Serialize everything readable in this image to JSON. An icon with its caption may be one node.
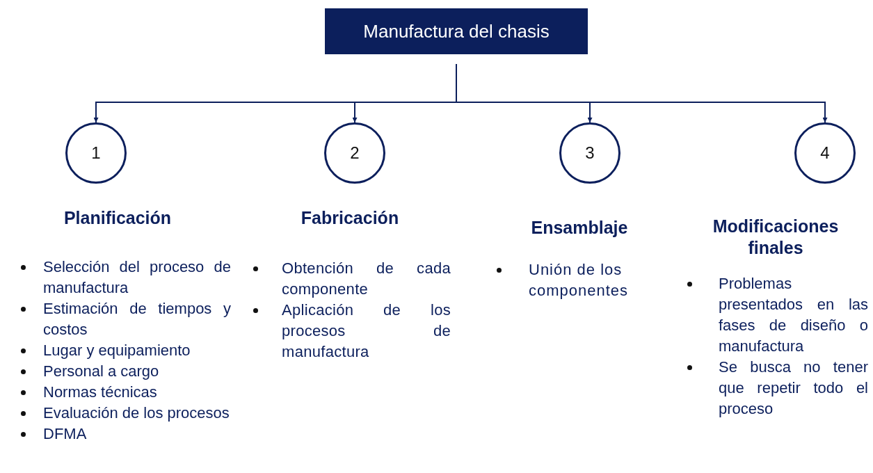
{
  "diagram": {
    "nodes": [
      {
        "text": [
          "Manufactura del chasis"
        ]
      },
      {
        "text": [
          "1"
        ],
        "beside": [
          "Planificación",
          "Selección del proceso de manufactura",
          "Estimación de tiempos y costos",
          "Lugar y equipamiento",
          "Personal a cargo",
          "Normas técnicas",
          "Evaluación de los procesos",
          "DFMA"
        ]
      },
      {
        "text": [
          "2"
        ],
        "beside": [
          "Fabricación",
          "Obtención de cada componente",
          "Aplicación de los procesos de manufactura"
        ]
      },
      {
        "text": [
          "3"
        ],
        "beside": [
          "Ensamblaje",
          "Unión de los componentes"
        ]
      },
      {
        "text": [
          "4"
        ],
        "beside": [
          "Modificaciones finales",
          "Problemas presentados en las fases de diseño o manufactura",
          "Se busca no tener que repetir todo el proceso"
        ]
      }
    ],
    "edges": [
      {
        "from": 0,
        "to": 1,
        "arrow": "to"
      },
      {
        "from": 0,
        "to": 2,
        "arrow": "to"
      },
      {
        "from": 0,
        "to": 3,
        "arrow": "to"
      },
      {
        "from": 0,
        "to": 4,
        "arrow": "to"
      }
    ]
  }
}
